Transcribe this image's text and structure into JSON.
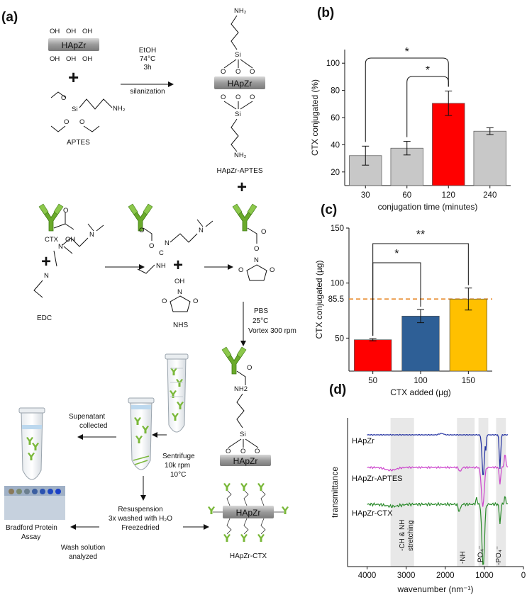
{
  "panels": {
    "a": {
      "label": "(a)"
    },
    "b": {
      "label": "(b)"
    },
    "c": {
      "label": "(c)"
    },
    "d": {
      "label": "(d)"
    }
  },
  "scheme": {
    "hapzr": "HApZr",
    "oh": "OH",
    "o": "O",
    "si": "Si",
    "nh2": "NH₂",
    "nh2_sub": "NH2",
    "plus": "+",
    "aptes": "APTES",
    "silanization_conditions": [
      "EtOH",
      "74°C",
      "3h"
    ],
    "silanization": "silanization",
    "hapzr_aptes": "HApZr-APTES",
    "ctx": "CTX",
    "oh_acid": "OH",
    "n": "N",
    "c": "C",
    "nh": "NH",
    "edc": "EDC",
    "nhs": "NHS",
    "pbs_conditions": [
      "PBS",
      "25°C",
      "Vortex 300 rpm"
    ],
    "centrifuge_conditions": [
      "Sentrifuge",
      "10k rpm",
      "10°C"
    ],
    "supernatant": [
      "Supenatant",
      "collected"
    ],
    "resuspension": [
      "Resuspension",
      "3x washed with H₂O",
      "Freezedried"
    ],
    "bradford": [
      "Bradford Protein",
      "Assay"
    ],
    "wash": [
      "Wash solution",
      "analyzed"
    ],
    "hapzr_ctx": "HApZr-CTX"
  },
  "colors": {
    "antibody_green": "#6aaa2a",
    "bar_gray": "#c8c8c8",
    "bar_red": "#ff0000",
    "bar_blue": "#2e5f96",
    "bar_yellow": "#ffc000",
    "dashed_orange": "#e8892b",
    "ftir_blue": "#1f2ea0",
    "ftir_magenta": "#cc44cc",
    "ftir_green": "#2a8a2a"
  },
  "chart_data": [
    {
      "panel": "b",
      "type": "bar",
      "categories": [
        "30",
        "60",
        "120",
        "240"
      ],
      "values": [
        32,
        37.5,
        70.5,
        50
      ],
      "errors": [
        7,
        5,
        9,
        2.5
      ],
      "bar_colors": [
        "#c8c8c8",
        "#c8c8c8",
        "#ff0000",
        "#c8c8c8"
      ],
      "xlabel": "conjugation time (minutes)",
      "ylabel": "CTX conjugated (%)",
      "ylim": [
        10,
        110
      ],
      "yticks": [
        20,
        40,
        60,
        80,
        100
      ],
      "significance": [
        {
          "from": 0,
          "to": 2,
          "mark": "*"
        },
        {
          "from": 1,
          "to": 2,
          "mark": "*"
        }
      ]
    },
    {
      "panel": "c",
      "type": "bar",
      "categories": [
        "50",
        "100",
        "150"
      ],
      "values": [
        48.5,
        70,
        85.5
      ],
      "errors": [
        1,
        6,
        10
      ],
      "bar_colors": [
        "#ff0000",
        "#2e5f96",
        "#ffc000"
      ],
      "xlabel": "CTX added (µg)",
      "ylabel": "CTX conjugated (µg)",
      "ylim": [
        20,
        150
      ],
      "yticks": [
        50,
        100,
        150
      ],
      "reference_line": {
        "value": 85.5,
        "label": "85.5"
      },
      "significance": [
        {
          "from": 0,
          "to": 1,
          "mark": "*"
        },
        {
          "from": 0,
          "to": 2,
          "mark": "**"
        }
      ]
    },
    {
      "panel": "d",
      "type": "line",
      "xlabel": "wavenumber (nm⁻¹)",
      "ylabel": "transmittance",
      "xlim": [
        4500,
        0
      ],
      "xticks": [
        4000,
        3000,
        2000,
        1000,
        0
      ],
      "series": [
        {
          "name": "HApZr",
          "color": "#1f2ea0"
        },
        {
          "name": "HApZr-APTES",
          "color": "#cc44cc"
        },
        {
          "name": "HApZr-CTX",
          "color": "#2a8a2a"
        }
      ],
      "band_labels": [
        "-CH & NH stretching",
        "-NH",
        "PO₄⁻",
        "-PO₄⁻"
      ],
      "bands": [
        [
          3400,
          2800
        ],
        [
          1700,
          1250
        ],
        [
          1150,
          900
        ],
        [
          700,
          450
        ]
      ]
    }
  ]
}
